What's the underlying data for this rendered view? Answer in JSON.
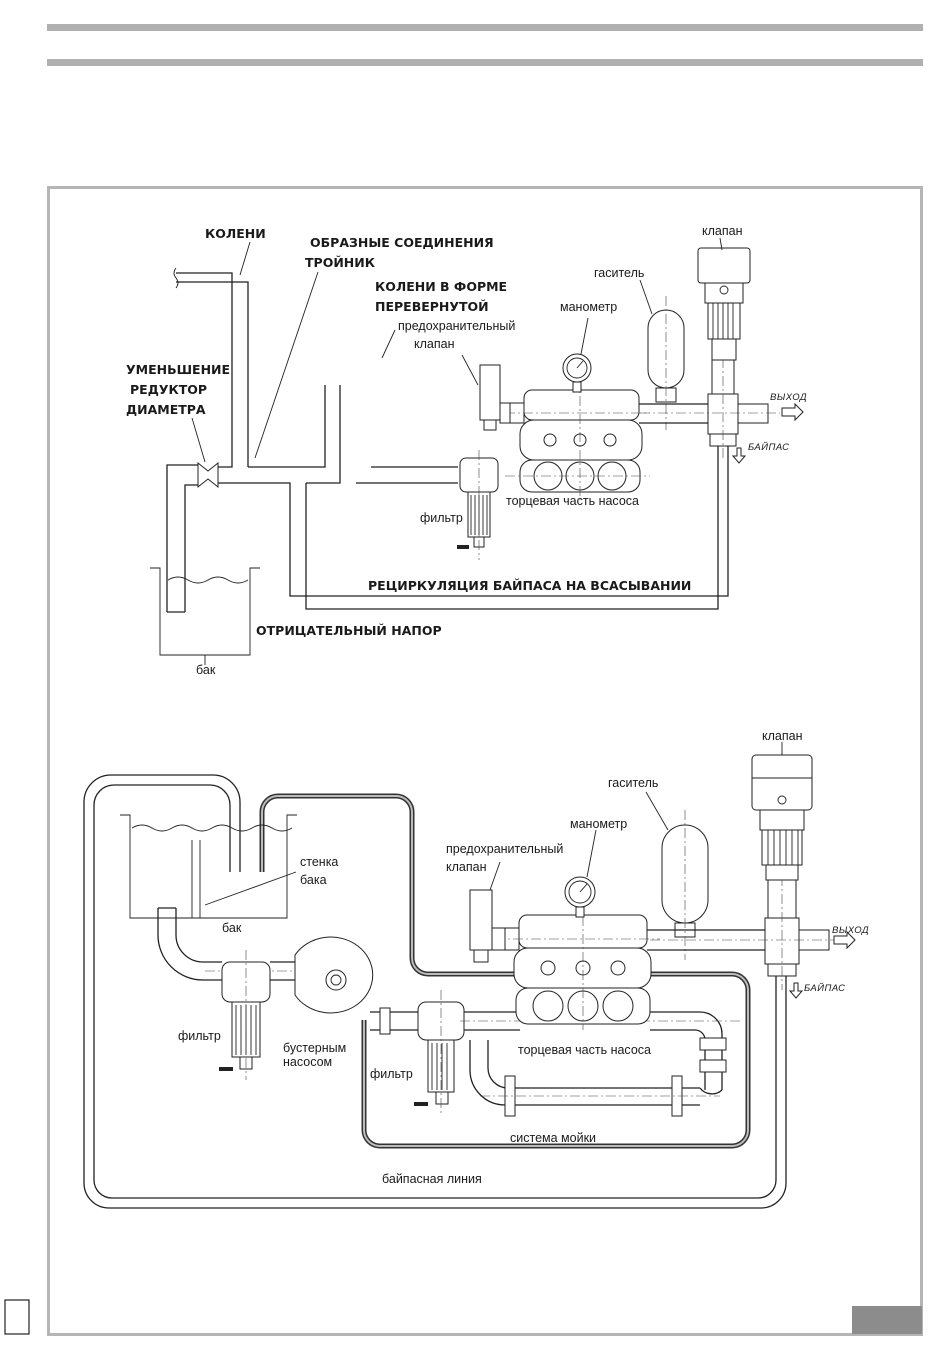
{
  "diagram1": {
    "labels": {
      "koleni": "КОЛЕНИ",
      "tee_line1": "ОБРАЗНЫЕ СОЕДИНЕНИЯ",
      "tee_line2": "ТРОЙНИК",
      "inv_line1": "КОЛЕНИ В ФОРМЕ",
      "inv_line2": "ПЕРЕВЕРНУТОЙ",
      "relief_line1": "предохранительный",
      "relief_line2": "клапан",
      "manometer": "манометр",
      "damper": "гаситель",
      "valve": "клапан",
      "reduce_line1": "УМЕНЬШЕНИЕ",
      "reduce_line2": "РЕДУКТОР",
      "reduce_line3": "ДИАМЕТРА",
      "outlet": "ВЫХОД",
      "bypass": "БАЙПАС",
      "pump_head": "торцевая часть насоса",
      "filter": "фильтр",
      "recirc": "РЕЦИРКУЛЯЦИЯ БАЙПАСА НА ВСАСЫВАНИИ",
      "neg_head": "ОТРИЦАТЕЛЬНЫЙ НАПОР",
      "tank": "бак"
    }
  },
  "diagram2": {
    "labels": {
      "valve": "клапан",
      "damper": "гаситель",
      "manometer": "манометр",
      "relief_line1": "предохранительный",
      "relief_line2": "клапан",
      "wall_line1": "стенка",
      "wall_line2": "бака",
      "tank": "бак",
      "outlet": "ВЫХОД",
      "bypass": "БАЙПАС",
      "filter_left": "фильтр",
      "booster_line1": "бустерным",
      "booster_line2": "насосом",
      "filter_right": "фильтр",
      "pump_head": "торцевая часть насоса",
      "wash_system": "система мойки",
      "bypass_line": "байпасная линия"
    }
  },
  "colors": {
    "frame": "#b5b5b5",
    "header_bars": "#b0b0b0",
    "page_tab": "#8c8c8c"
  }
}
